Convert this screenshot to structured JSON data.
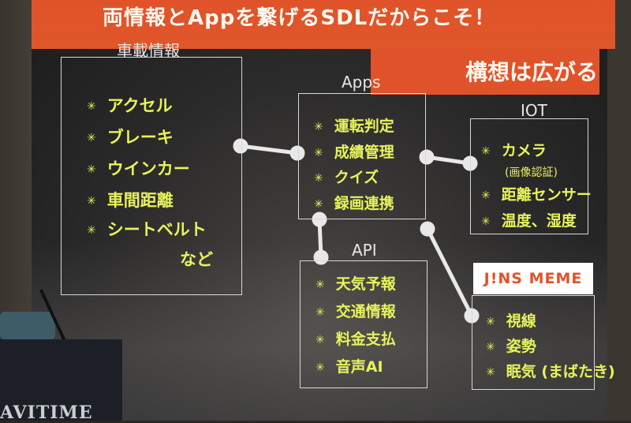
{
  "title": {
    "line1": "両情報とAppを繋げるSDLだからこそ！",
    "line2": "構想は広がる"
  },
  "groups": {
    "vehicle": {
      "heading": "車載情報",
      "items": [
        "アクセル",
        "ブレーキ",
        "ウインカー",
        "車間距離",
        "シートベルト"
      ],
      "etc": "など"
    },
    "apps": {
      "heading": "Apps",
      "items": [
        "運転判定",
        "成績管理",
        "クイズ",
        "録画連携"
      ]
    },
    "iot": {
      "heading": "IOT",
      "items": [
        "カメラ",
        "距離センサー",
        "温度、湿度"
      ],
      "camera_note": "(画像認証)"
    },
    "api": {
      "heading": "API",
      "items": [
        "天気予報",
        "交通情報",
        "料金支払",
        "音声AI"
      ]
    },
    "jins": {
      "logo": "J!NS MEME",
      "items": [
        "視線",
        "姿勢",
        "眠気 (まばたき)"
      ]
    }
  },
  "podium_brand": "AVITIME",
  "colors": {
    "accent": "#e0532a",
    "item_text": "#e7f35a",
    "box_border": "#d8d8d8"
  },
  "icons": {
    "bullet": "asterisk-icon"
  }
}
